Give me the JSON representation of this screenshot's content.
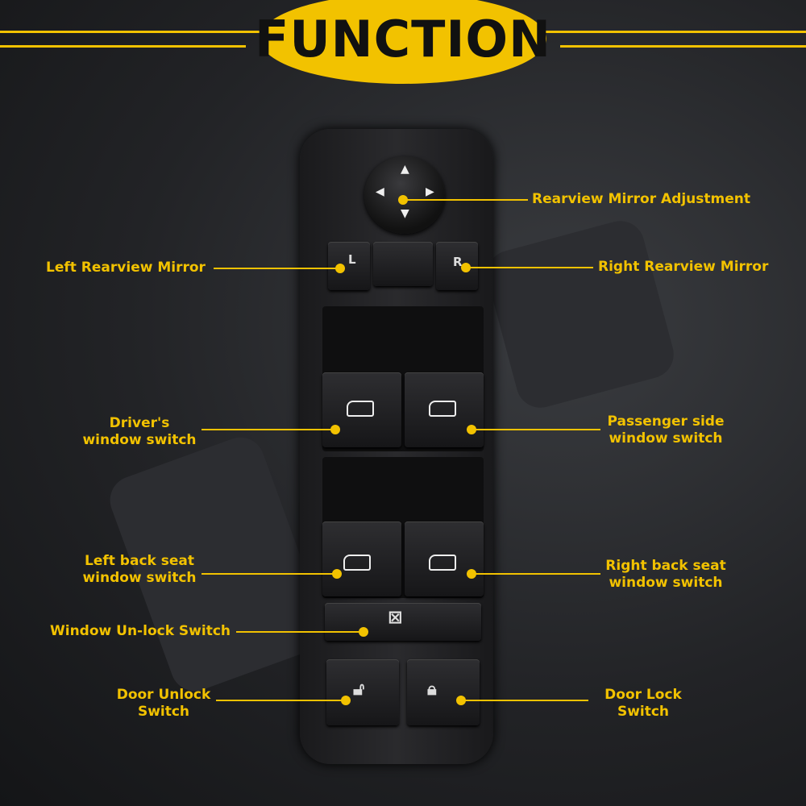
{
  "title": "FUNCTION",
  "button_letters": {
    "left": "L",
    "right": "R"
  },
  "labels": {
    "mirror_adjust": "Rearview Mirror Adjustment",
    "left_mirror": "Left Rearview Mirror",
    "right_mirror": "Right Rearview Mirror",
    "driver": [
      "Driver's",
      "window switch"
    ],
    "passenger": [
      "Passenger side",
      "window switch"
    ],
    "left_back": [
      "Left back seat",
      "window switch"
    ],
    "right_back": [
      "Right back seat",
      "window switch"
    ],
    "unlock_window": "Window Un-lock Switch",
    "door_unlock": [
      "Door Unlock",
      "Switch"
    ],
    "door_lock": [
      "Door Lock",
      "Switch"
    ]
  },
  "colors": {
    "accent": "#f2c200",
    "background": "#222326"
  }
}
